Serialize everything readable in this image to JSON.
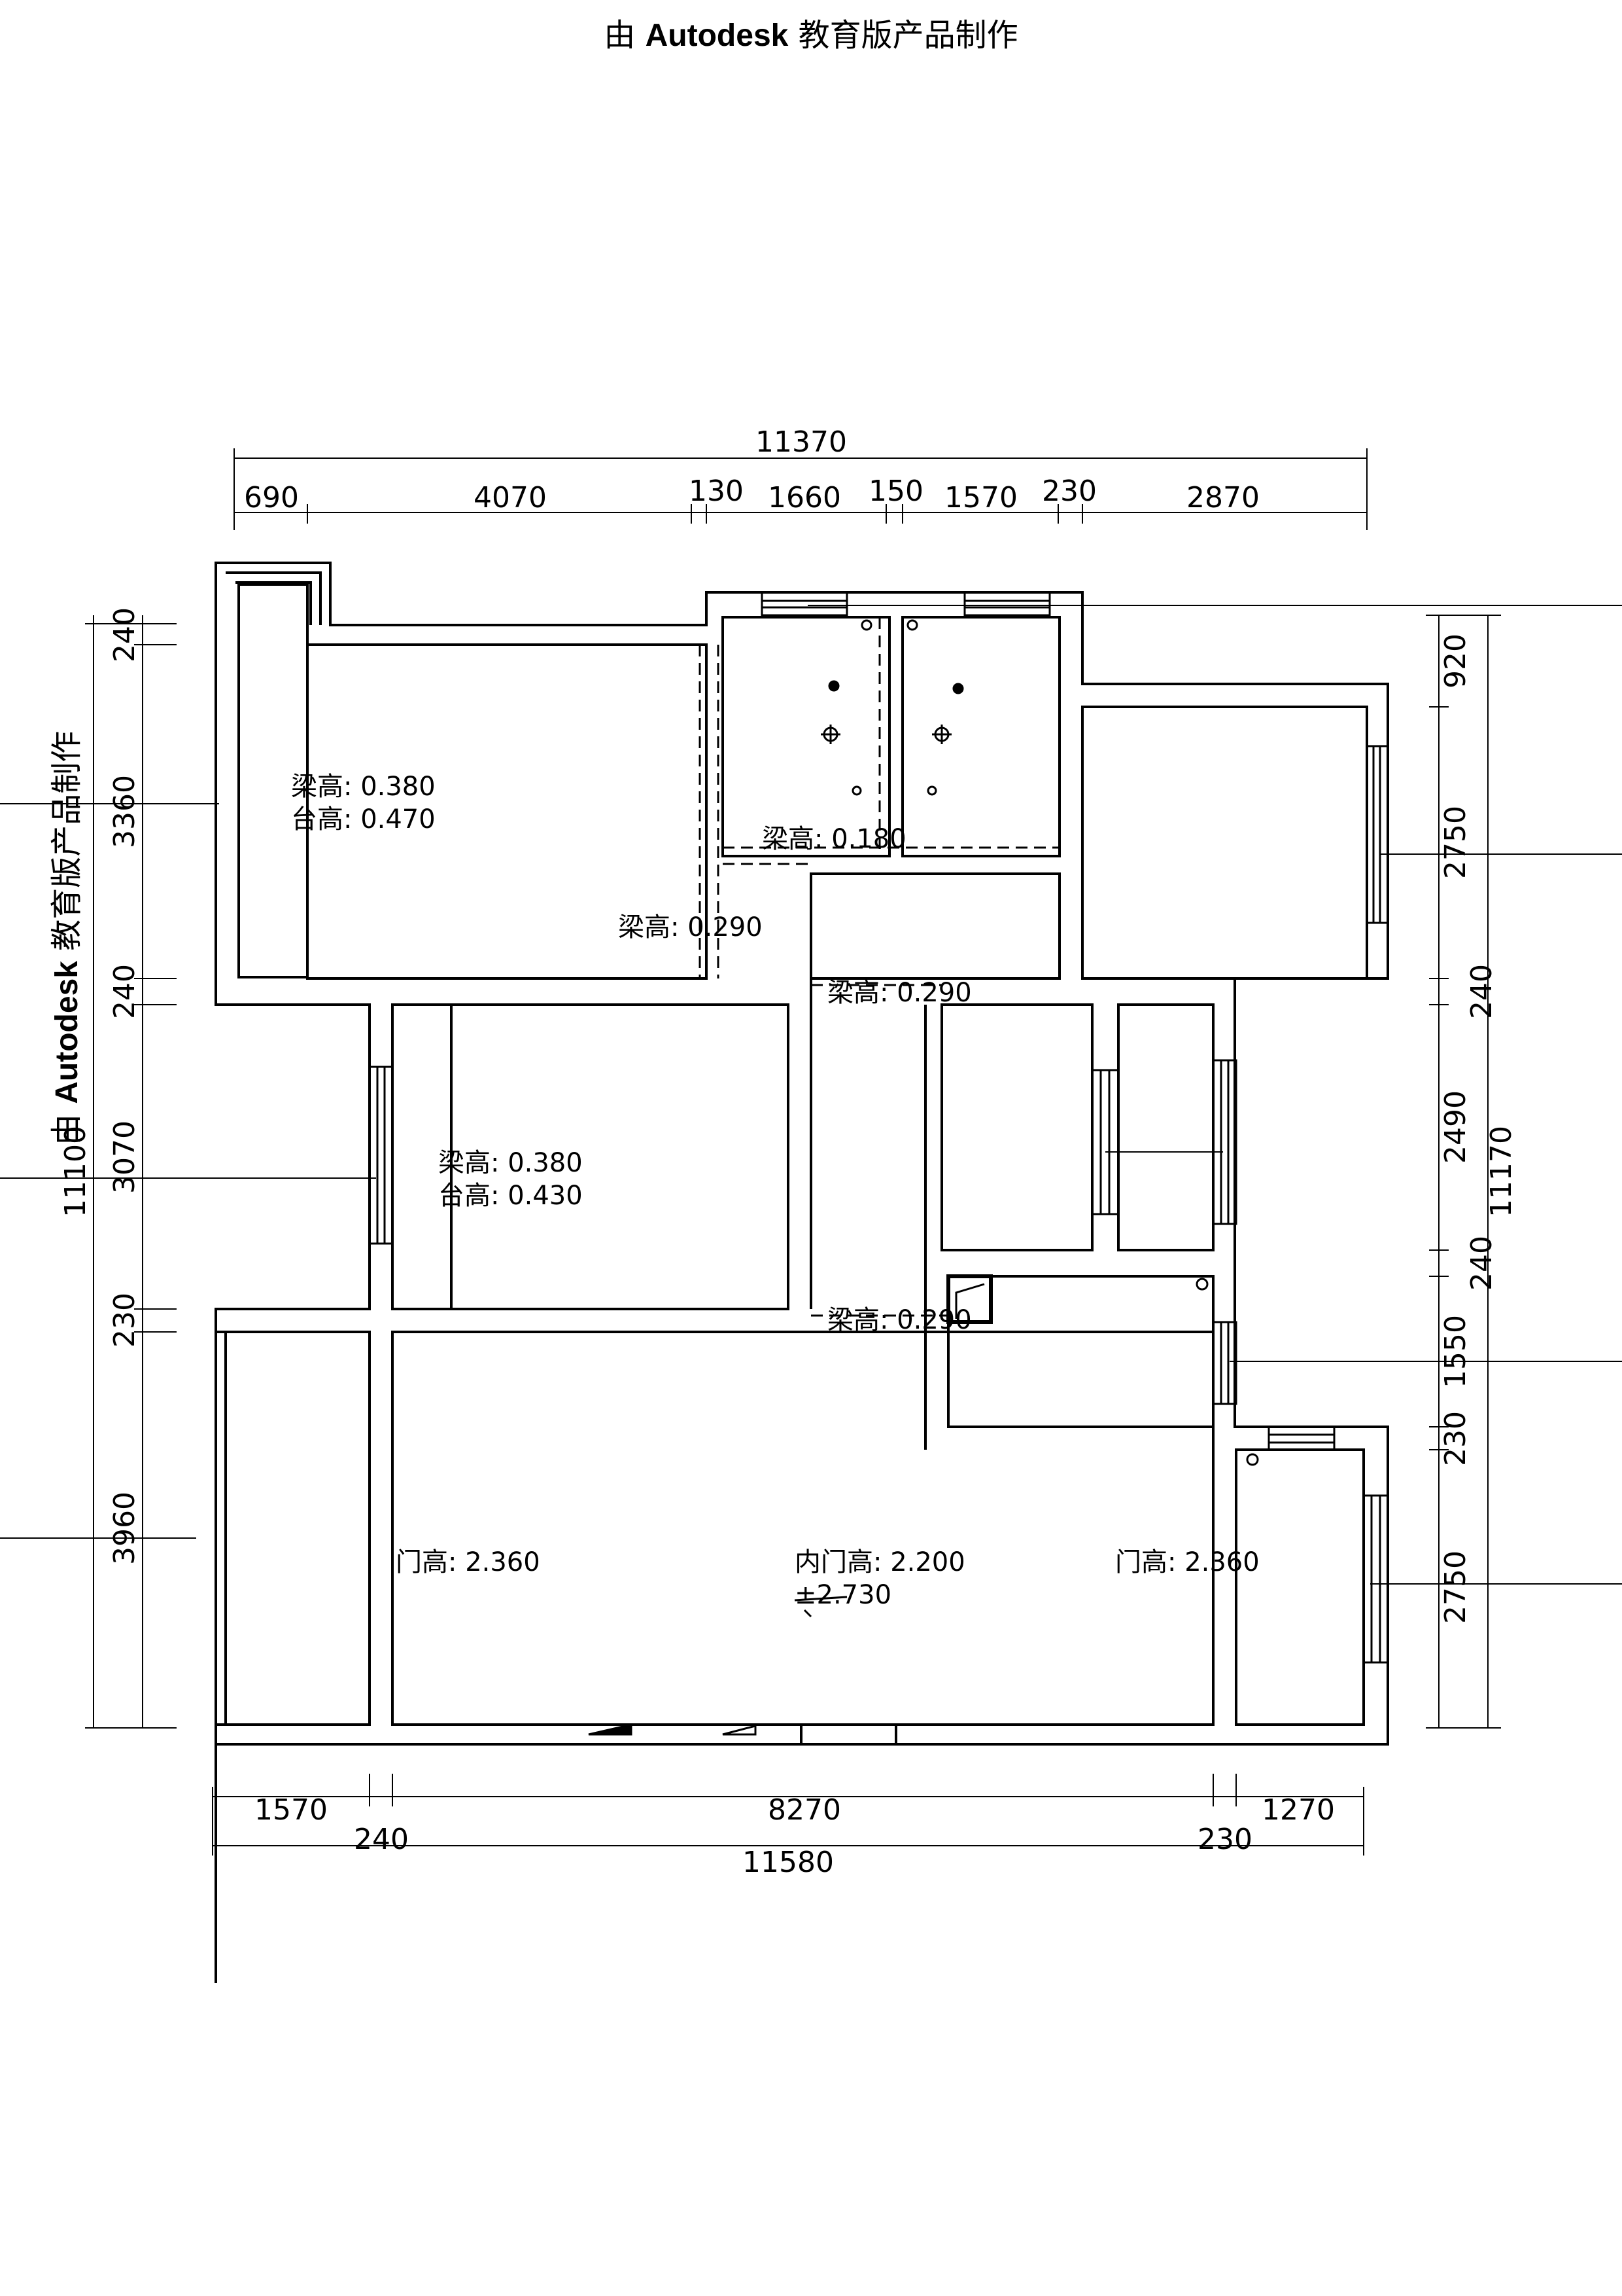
{
  "watermark": {
    "prefix": "由 ",
    "brand": "Autodesk",
    "suffix": " 教育版产品制作"
  },
  "dimensions": {
    "top_total": "11370",
    "top": [
      "690",
      "4070",
      "130",
      "1660",
      "150",
      "1570",
      "230",
      "2870"
    ],
    "bottom": [
      "1570",
      "8270",
      "1270",
      "240",
      "230"
    ],
    "bottom_total": "11580",
    "left": [
      "240",
      "3360",
      "240",
      "3070",
      "230",
      "3960"
    ],
    "left_total": "11100",
    "right": [
      "920",
      "2750",
      "240",
      "2490",
      "240",
      "1550",
      "230",
      "2750"
    ],
    "right_total": "11170"
  },
  "annotations": {
    "r1_beam": "梁高: 0.380",
    "r1_sill": "台高: 0.470",
    "bath_beam": "梁高: 0.180",
    "corr_beam": "梁高: 0.290",
    "hall_beam1": "梁高: 0.290",
    "r2_beam": "梁高: 0.380",
    "r2_sill": "台高: 0.430",
    "hall_beam2": "梁高: 0.290",
    "door_left": "门高: 2.360",
    "inner_door": "内门高: 2.200",
    "door_right": "门高: 2.360",
    "level": "±2.730"
  }
}
